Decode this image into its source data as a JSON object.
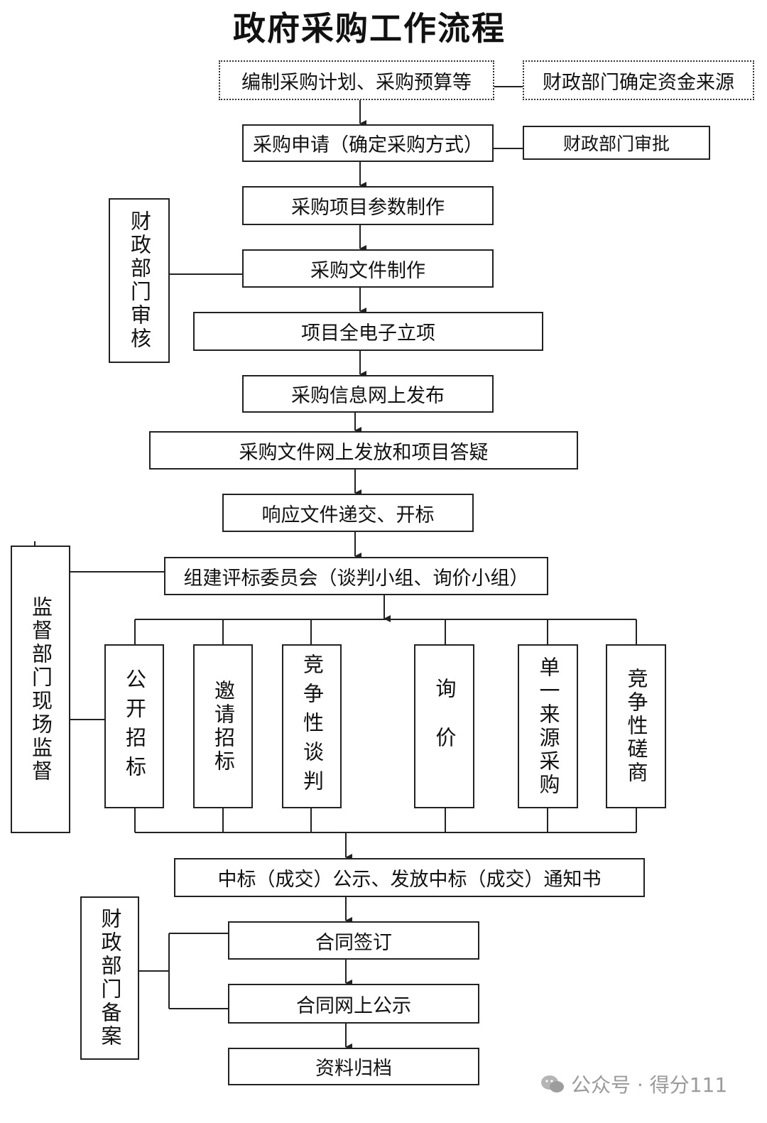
{
  "title": "政府采购工作流程",
  "steps": {
    "plan": "编制采购计划、采购预算等",
    "funding": "财政部门确定资金来源",
    "apply": "采购申请（确定采购方式）",
    "approve": "财政部门审批",
    "params": "采购项目参数制作",
    "docs": "采购文件制作",
    "electronic": "项目全电子立项",
    "publish": "采购信息网上发布",
    "distribute": "采购文件网上发放和项目答疑",
    "bid_open": "响应文件递交、开标",
    "committee": "组建评标委员会（谈判小组、询价小组）",
    "notice": "中标（成交）公示、发放中标（成交）通知书",
    "contract": "合同签订",
    "contract_publish": "合同网上公示",
    "archive": "资料归档"
  },
  "side": {
    "review": "财政部门审核",
    "supervise": "监督部门现场监督",
    "record": "财政部门备案"
  },
  "methods": [
    "公开招标",
    "邀请招标",
    "竞争性谈判",
    "询价",
    "单一来源采购",
    "竞争性磋商"
  ],
  "watermark": "公众号 · 得分111"
}
